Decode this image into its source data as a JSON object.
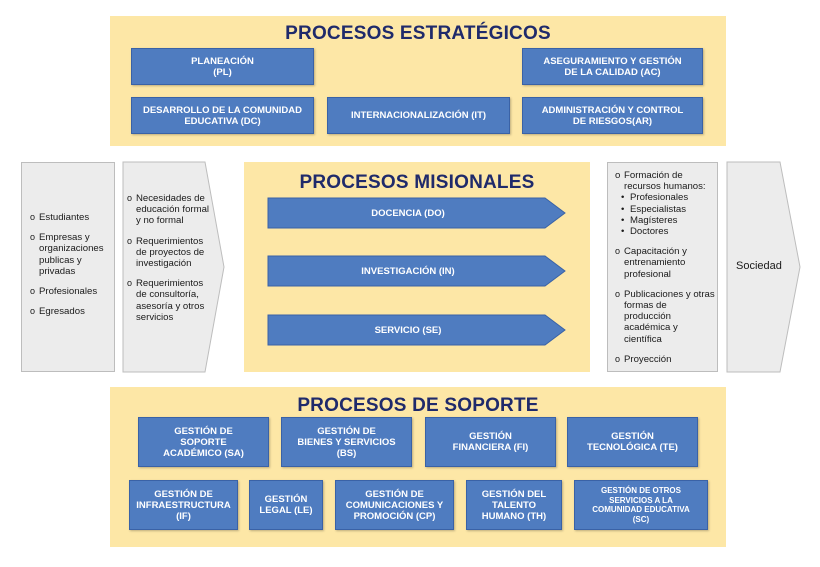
{
  "estrategicos": {
    "title": "PROCESOS ESTRATÉGICOS",
    "boxes": [
      "PLANEACIÓN\n(PL)",
      "ASEGURAMIENTO Y GESTIÓN\nDE LA CALIDAD (AC)",
      "DESARROLLO DE LA COMUNIDAD\nEDUCATIVA (DC)",
      "INTERNACIONALIZACIÓN (IT)",
      "ADMINISTRACIÓN Y CONTROL\nDE RIESGOS(AR)"
    ]
  },
  "misionales": {
    "title": "PROCESOS MISIONALES",
    "arrows": [
      "DOCENCIA (DO)",
      "INVESTIGACIÓN (IN)",
      "SERVICIO (SE)"
    ]
  },
  "soporte": {
    "title": "PROCESOS DE SOPORTE",
    "row1": [
      "GESTIÓN DE\nSOPORTE\nACADÉMICO (SA)",
      "GESTIÓN DE\nBIENES Y SERVICIOS\n(BS)",
      "GESTIÓN\nFINANCIERA (FI)",
      "GESTIÓN\nTECNOLÓGICA (TE)"
    ],
    "row2": [
      "GESTIÓN DE\nINFRAESTRUCTURA\n(IF)",
      "GESTIÓN\nLEGAL (LE)",
      "GESTIÓN DE\nCOMUNICACIONES Y\nPROMOCIÓN (CP)",
      "GESTIÓN DEL\nTALENTO\nHUMANO (TH)",
      "GESTIÓN DE OTROS\nSERVICIOS A LA\nCOMUNIDAD EDUCATIVA\n(SC)"
    ]
  },
  "left1": {
    "bullet": "o",
    "items": [
      "Estudiantes",
      "Empresas y organizaciones publicas y privadas",
      "Profesionales",
      "Egresados"
    ]
  },
  "left2": {
    "bullet": "o",
    "items": [
      "Necesidades de educación formal y no formal",
      "Requerimientos de proyectos de investigación",
      "Requerimientos de consultoría, asesoría y otros servicios"
    ]
  },
  "right1": {
    "bullet": "o",
    "sub_bullet": "•",
    "item1": "Formación de recursos humanos:",
    "subitems": [
      "Profesionales",
      "Especialistas",
      "Magísteres",
      "Doctores"
    ],
    "items": [
      "Capacitación y entrenamiento profesional",
      "Publicaciones y otras formas de producción académica y científica",
      "Proyección"
    ]
  },
  "right2": {
    "label": "Sociedad"
  },
  "colors": {
    "panel": "#fde7a6",
    "box": "#4f7cc0",
    "title": "#1f2a6b",
    "side": "#ececec"
  }
}
